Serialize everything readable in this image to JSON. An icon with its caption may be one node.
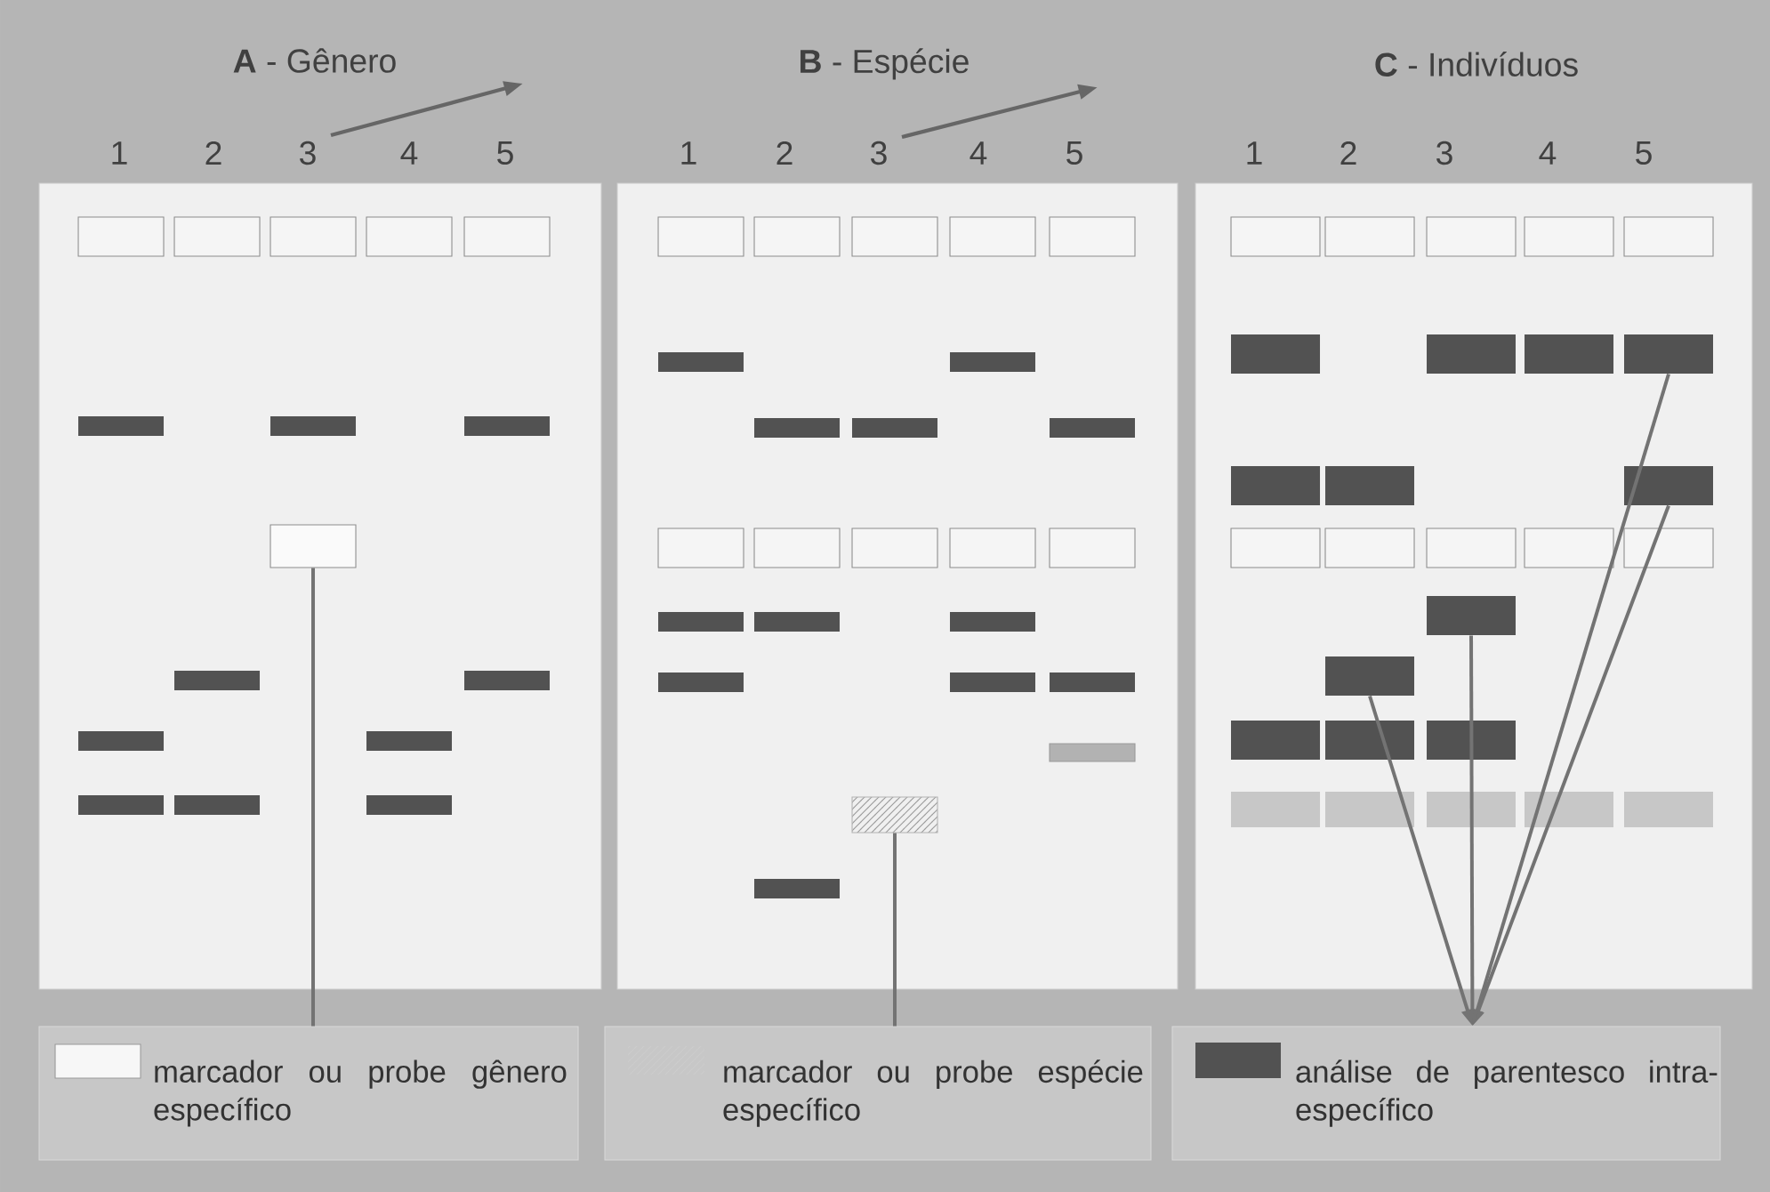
{
  "diagram": {
    "nodes": [
      {
        "text": [],
        "shape": "box"
      },
      {
        "text": [],
        "shape": "box"
      },
      {
        "text": [],
        "shape": "bar"
      },
      {
        "text": [],
        "shape": "bar"
      },
      {
        "text": [],
        "shape": "bar"
      },
      {
        "text": [],
        "shape": "bar"
      },
      {
        "text": [
          "marcador ou probe gênero específico"
        ]
      },
      {
        "text": [
          "marcador ou probe espécie específico"
        ]
      },
      {
        "text": [
          "análise de parentesco intra-específico"
        ]
      }
    ],
    "edges": [
      {
        "from": 6,
        "to": 0,
        "arrow": "none"
      },
      {
        "from": 7,
        "to": 1,
        "arrow": "none"
      },
      {
        "from": 2,
        "to": 8,
        "arrow": "to"
      },
      {
        "from": 3,
        "to": 8,
        "arrow": "to"
      },
      {
        "from": 4,
        "to": 8,
        "arrow": "to"
      },
      {
        "from": 5,
        "to": 8,
        "arrow": "to"
      }
    ],
    "labels": [
      "**A** - Gênero",
      "**B** - Espécie",
      "**C** - Indivíduos",
      "1",
      "2",
      "3",
      "4",
      "5",
      "1",
      "2",
      "3",
      "4",
      "5",
      "1",
      "2",
      "3",
      "4",
      "5"
    ]
  }
}
